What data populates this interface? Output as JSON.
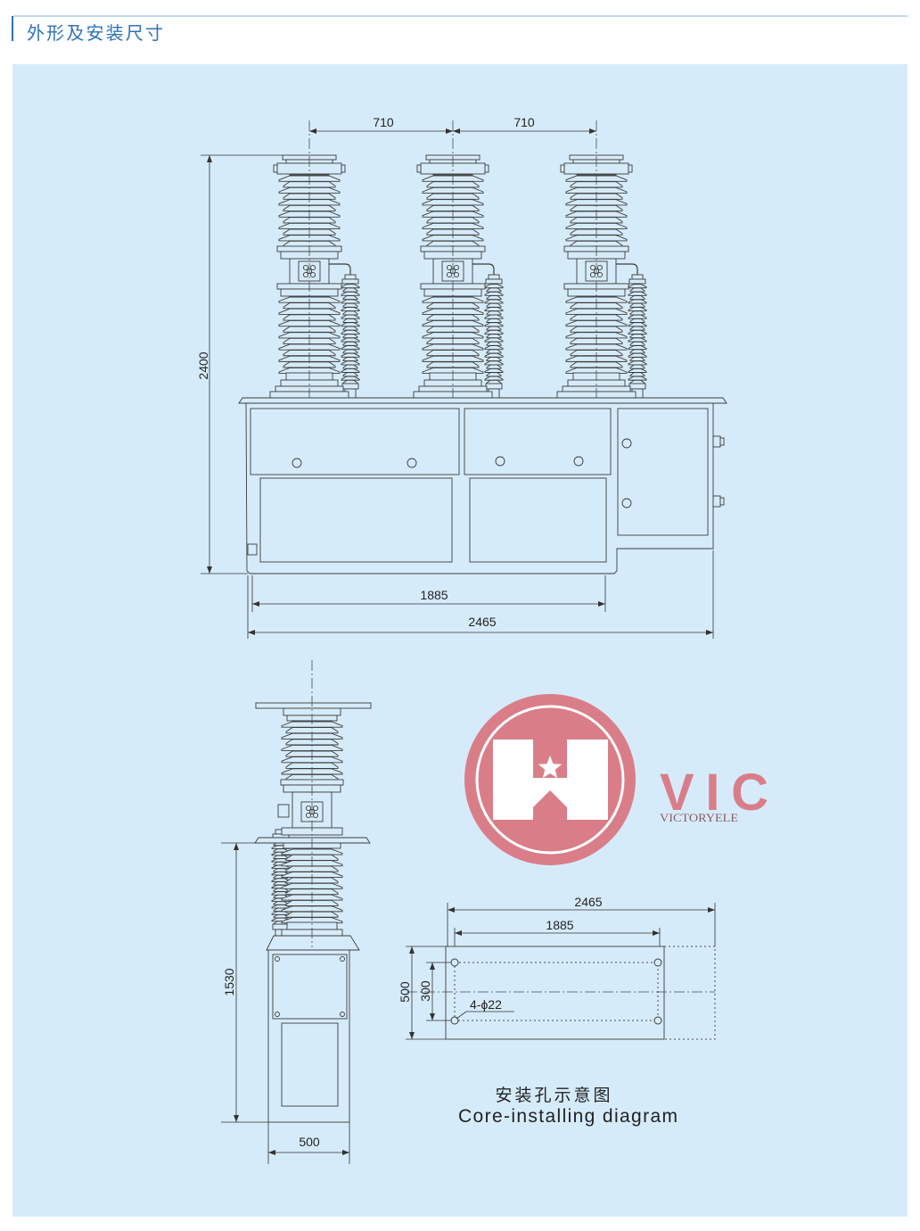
{
  "header": {
    "title": "外形及安装尺寸"
  },
  "front_view": {
    "pole_spacing_left": "710",
    "pole_spacing_right": "710",
    "height": "2400",
    "inner_width": "1885",
    "overall_width": "2465"
  },
  "side_view": {
    "height": "1530",
    "width": "500"
  },
  "logo": {
    "mark": "VIC",
    "wordmark": "VICTORYELE"
  },
  "mounting_diagram": {
    "overall_width": "2465",
    "hole_spacing_width": "1885",
    "overall_depth": "500",
    "hole_spacing_depth": "300",
    "hole_spec": "4-ϕ22",
    "caption_cn": "安装孔示意图",
    "caption_en": "Core-installing diagram"
  },
  "colors": {
    "accent": "#2f72b8",
    "header_rule": "#7ab3e2",
    "panel_background": "#d6ebfa",
    "line": "#3c3c3c",
    "logo": "#d97e88"
  }
}
